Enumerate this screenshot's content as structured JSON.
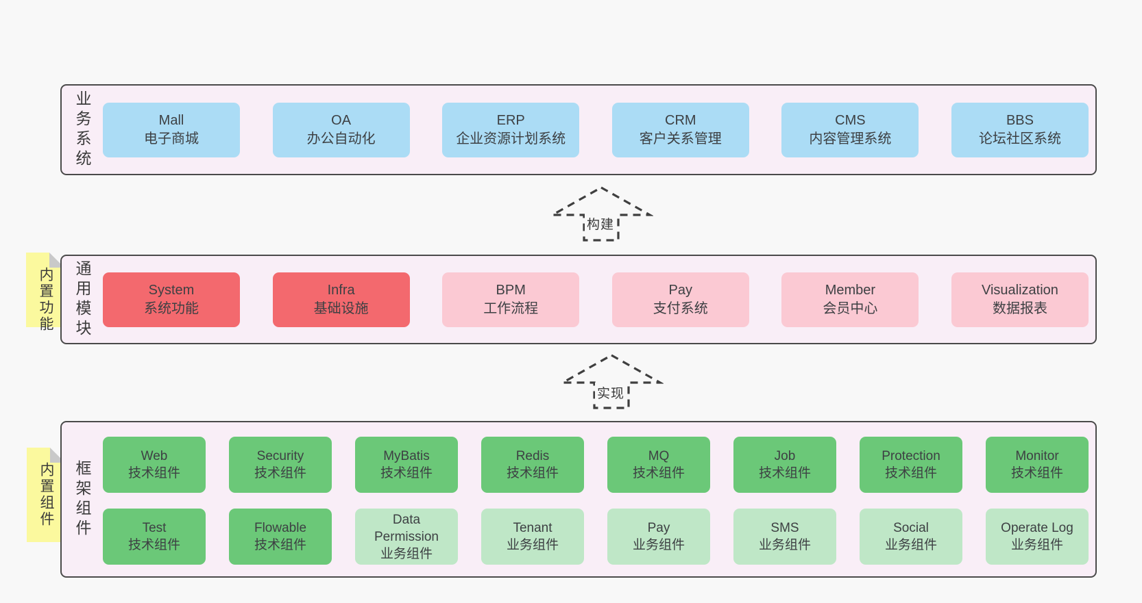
{
  "layers": [
    {
      "label": "业务系统",
      "boxes": [
        {
          "title": "Mall",
          "subtitle": "电子商城"
        },
        {
          "title": "OA",
          "subtitle": "办公自动化"
        },
        {
          "title": "ERP",
          "subtitle": "企业资源计划系统"
        },
        {
          "title": "CRM",
          "subtitle": "客户关系管理"
        },
        {
          "title": "CMS",
          "subtitle": "内容管理系统"
        },
        {
          "title": "BBS",
          "subtitle": "论坛社区系统"
        }
      ]
    },
    {
      "label": "通用模块",
      "note": "内置功能",
      "boxes": [
        {
          "title": "System",
          "subtitle": "系统功能"
        },
        {
          "title": "Infra",
          "subtitle": "基础设施"
        },
        {
          "title": "BPM",
          "subtitle": "工作流程"
        },
        {
          "title": "Pay",
          "subtitle": "支付系统"
        },
        {
          "title": "Member",
          "subtitle": "会员中心"
        },
        {
          "title": "Visualization",
          "subtitle": "数据报表"
        }
      ]
    },
    {
      "label": "框架组件",
      "note": "内置组件",
      "rows": [
        [
          {
            "title": "Web",
            "subtitle": "技术组件"
          },
          {
            "title": "Security",
            "subtitle": "技术组件"
          },
          {
            "title": "MyBatis",
            "subtitle": "技术组件"
          },
          {
            "title": "Redis",
            "subtitle": "技术组件"
          },
          {
            "title": "MQ",
            "subtitle": "技术组件"
          },
          {
            "title": "Job",
            "subtitle": "技术组件"
          },
          {
            "title": "Protection",
            "subtitle": "技术组件"
          },
          {
            "title": "Monitor",
            "subtitle": "技术组件"
          }
        ],
        [
          {
            "title": "Test",
            "subtitle": "技术组件"
          },
          {
            "title": "Flowable",
            "subtitle": "技术组件"
          },
          {
            "title": "Data Permission",
            "subtitle": "业务组件"
          },
          {
            "title": "Tenant",
            "subtitle": "业务组件"
          },
          {
            "title": "Pay",
            "subtitle": "业务组件"
          },
          {
            "title": "SMS",
            "subtitle": "业务组件"
          },
          {
            "title": "Social",
            "subtitle": "业务组件"
          },
          {
            "title": "Operate Log",
            "subtitle": "业务组件"
          }
        ]
      ]
    }
  ],
  "arrows": [
    {
      "label": "构建"
    },
    {
      "label": "实现"
    }
  ],
  "colors": {
    "page_background": "#f8f8f8",
    "layer_fill": "#f9eef7",
    "layer_border": "#4a4a4a",
    "box_blue": "#abdcf5",
    "box_red": "#f3696e",
    "box_pink": "#fbc9d3",
    "box_green": "#6bc878",
    "box_light_green": "#bfe7c7",
    "note_yellow": "#fbf99e",
    "note_fold_gray": "#c9c9c9",
    "arrow_stroke": "#3f3f3f",
    "text": "#3d4043"
  }
}
